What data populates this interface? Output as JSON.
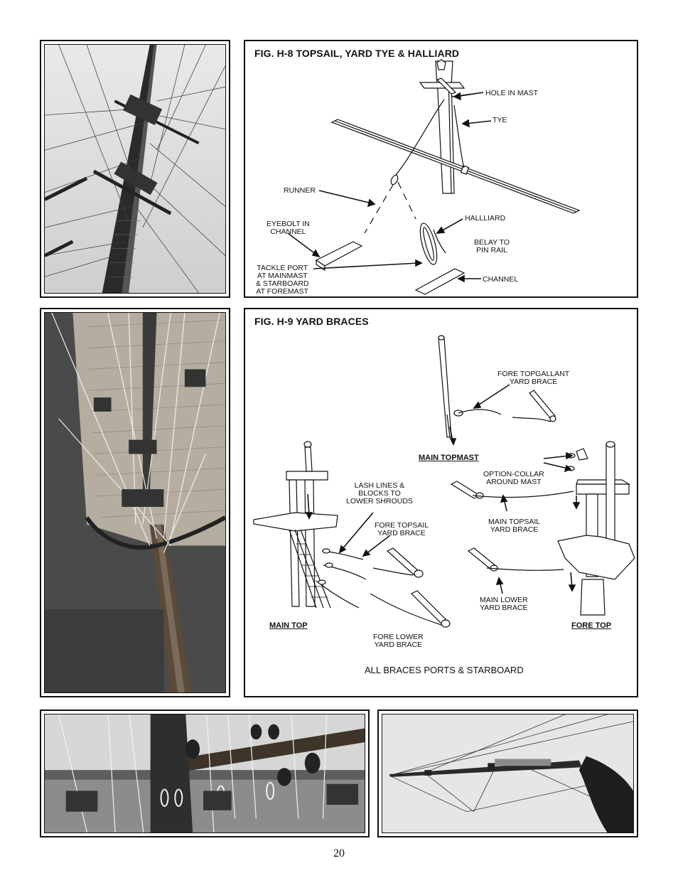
{
  "fig_h8": {
    "title": "FIG. H-8  TOPSAIL, YARD TYE & HALLIARD",
    "labels": {
      "hole_in_mast": "HOLE IN MAST",
      "tye": "TYE",
      "runner": "RUNNER",
      "halliard": "HALLLIARD",
      "eyebolt_line1": "EYEBOLT IN",
      "eyebolt_line2": "CHANNEL",
      "belay_line1": "BELAY TO",
      "belay_line2": "PIN RAIL",
      "tackle_line1": "TACKLE PORT",
      "tackle_line2": "AT MAINMAST",
      "tackle_line3": "& STARBOARD",
      "tackle_line4": "AT FOREMAST",
      "channel": "CHANNEL"
    }
  },
  "fig_h9": {
    "title": "FIG. H-9  YARD BRACES",
    "labels": {
      "fore_topgallant_line1": "FORE TOPGALLANT",
      "fore_topgallant_line2": "YARD BRACE",
      "main_topmast": "MAIN TOPMAST",
      "option_collar_line1": "OPTION-COLLAR",
      "option_collar_line2": "AROUND MAST",
      "lash_lines_line1": "LASH LINES &",
      "lash_lines_line2": "BLOCKS TO",
      "lash_lines_line3": "LOWER SHROUDS",
      "main_topsail_line1": "MAIN TOPSAIL",
      "main_topsail_line2": "YARD BRACE",
      "fore_topsail_line1": "FORE TOPSAIL",
      "fore_topsail_line2": "YARD BRACE",
      "main_lower_line1": "MAIN LOWER",
      "main_lower_line2": "YARD BRACE",
      "main_top": "MAIN TOP",
      "fore_top": "FORE TOP",
      "fore_lower_line1": "FORE LOWER",
      "fore_lower_line2": "YARD BRACE"
    },
    "note": "ALL BRACES PORTS & STARBOARD"
  },
  "page_number": "20"
}
